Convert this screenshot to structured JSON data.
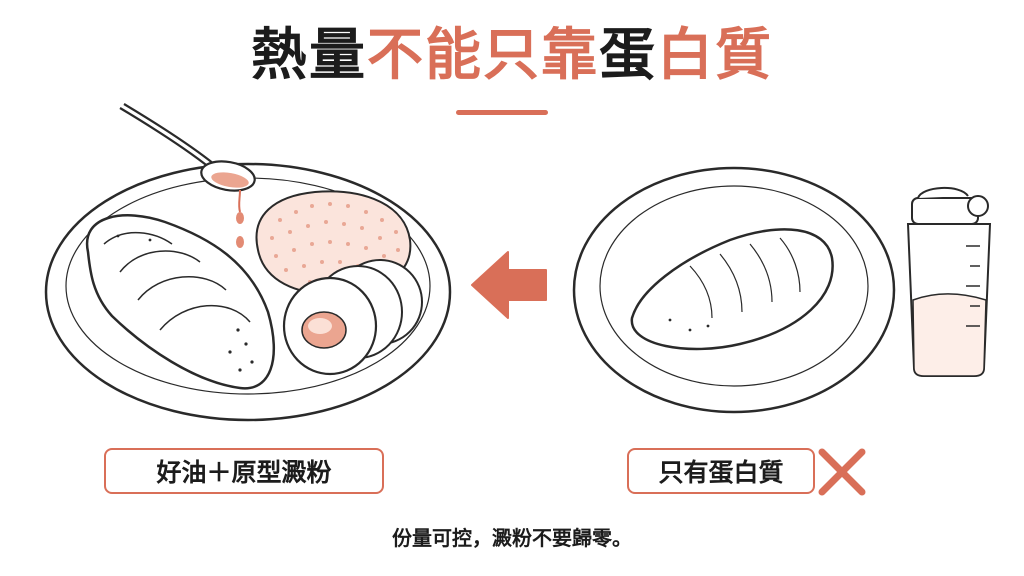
{
  "title": {
    "part1": "熱量",
    "part2": "不能只靠",
    "part3": "蛋",
    "part4": "白質"
  },
  "left_label": "好油＋原型澱粉",
  "right_label": "只有蛋白質",
  "caption": "份量可控，澱粉不要歸零。",
  "colors": {
    "accent": "#d96f58",
    "text": "#1c1c1c",
    "line": "#2a2a2a",
    "light_fill": "#f3c7bb"
  }
}
